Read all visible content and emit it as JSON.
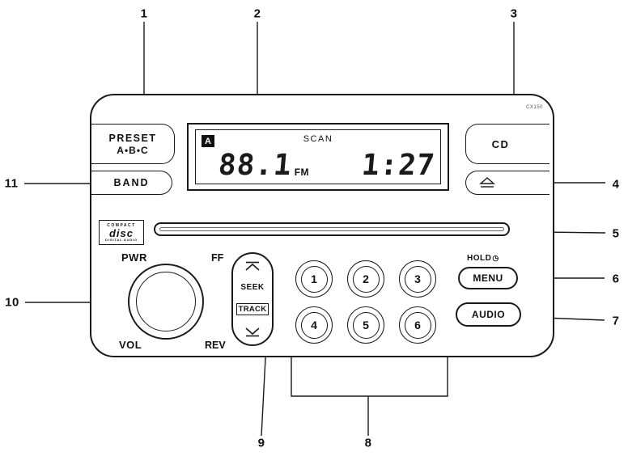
{
  "figure": {
    "callouts": [
      "1",
      "2",
      "3",
      "4",
      "5",
      "6",
      "7",
      "8",
      "9",
      "10",
      "11"
    ]
  },
  "radio": {
    "model_text": "CX150",
    "preset_label_line1": "PRESET",
    "preset_label_line2": "A•B•C",
    "band_button": "BAND",
    "cd_button": "CD",
    "display": {
      "bank_indicator": "A",
      "scan_label": "SCAN",
      "frequency": "88.1",
      "frequency_unit": "FM",
      "time": "1:27"
    },
    "disc_logo": {
      "line1": "COMPACT",
      "line2": "disc",
      "line3": "DIGITAL AUDIO"
    },
    "volume_knob": {
      "power_label": "PWR",
      "volume_label": "VOL"
    },
    "seek_control": {
      "ff_label": "FF",
      "rev_label": "REV",
      "seek_label": "SEEK",
      "track_label": "TRACK"
    },
    "menu_button": {
      "hold_label": "HOLD",
      "hold_icon": "◷",
      "label": "MENU"
    },
    "audio_button": "AUDIO",
    "preset_buttons": [
      "1",
      "2",
      "3",
      "4",
      "5",
      "6"
    ]
  }
}
